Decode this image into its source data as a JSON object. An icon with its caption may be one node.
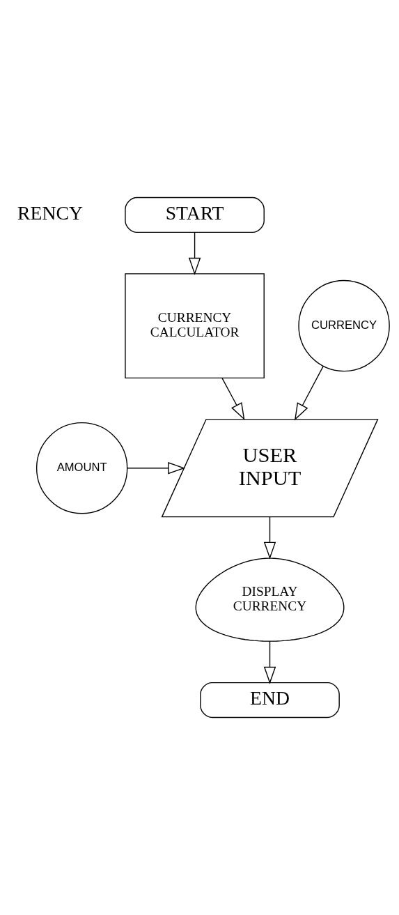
{
  "diagram": {
    "nodes": [
      {
        "text": [
          "START"
        ]
      },
      {
        "text": [
          "CURRENCY CALCULATOR"
        ]
      },
      {
        "text": [
          "USER INPUT"
        ]
      },
      {
        "text": [
          "AMOUNT"
        ]
      },
      {
        "text": [
          "CURRENCY"
        ]
      },
      {
        "text": [
          "DISPLAY CURRENCY"
        ]
      },
      {
        "text": [
          "END"
        ]
      }
    ],
    "edges": [
      {
        "from": 0,
        "to": 1,
        "arrow": "to"
      },
      {
        "from": 1,
        "to": 2,
        "arrow": "to"
      },
      {
        "from": 3,
        "to": 2,
        "arrow": "to"
      },
      {
        "from": 4,
        "to": 2,
        "arrow": "to"
      },
      {
        "from": 2,
        "to": 5,
        "arrow": "to"
      },
      {
        "from": 5,
        "to": 6,
        "arrow": "to"
      }
    ],
    "labels": [
      "RENCY"
    ]
  }
}
